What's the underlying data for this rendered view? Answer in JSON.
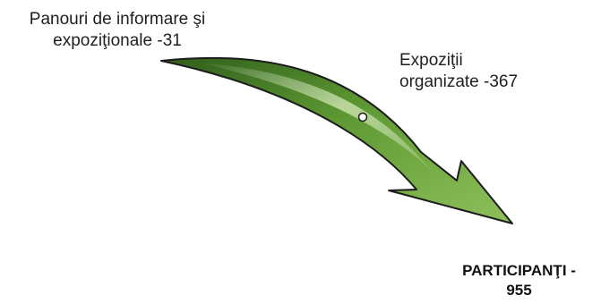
{
  "labels": {
    "left": {
      "line1": "Panouri de informare şi",
      "line2": "expoziţionale -31"
    },
    "right": {
      "line1": "Expoziţii",
      "line2": "organizate -367"
    },
    "bottom": {
      "line1": "PARTICIPANŢI -",
      "line2": "955"
    }
  },
  "colors": {
    "arrow_dark": "#2f5e1a",
    "arrow_mid": "#5f9a34",
    "arrow_light": "#b7d88a",
    "outline": "#1c1c1c",
    "text": "#1f1f1f"
  }
}
